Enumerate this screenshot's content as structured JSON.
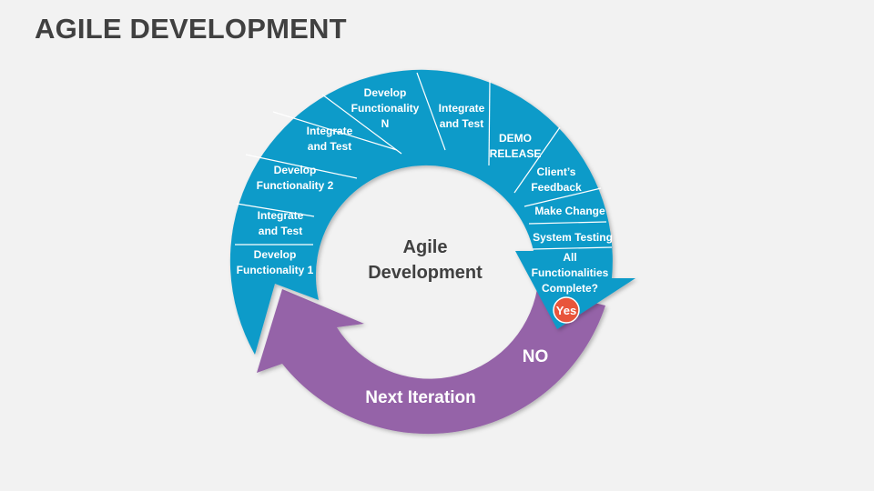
{
  "title": "AGILE DEVELOPMENT",
  "colors": {
    "background": "#f2f2f2",
    "title_text": "#404040",
    "cycle_blue": "#0e9bc9",
    "iteration_purple": "#9563a8",
    "yes_badge": "#e8553b",
    "divider": "#ffffff"
  },
  "center": {
    "line1": "Agile",
    "line2": "Development"
  },
  "segments": [
    {
      "lines": [
        "Develop",
        "Functionality 1"
      ]
    },
    {
      "lines": [
        "Integrate",
        "and Test"
      ]
    },
    {
      "lines": [
        "Develop",
        "Functionality 2"
      ]
    },
    {
      "lines": [
        "Integrate",
        "and Test"
      ]
    },
    {
      "lines": [
        "Develop",
        "Functionality",
        "N"
      ]
    },
    {
      "lines": [
        "Integrate",
        "and Test"
      ]
    },
    {
      "lines": [
        "DEMO",
        "RELEASE"
      ]
    },
    {
      "lines": [
        "Client’s",
        "Feedback"
      ]
    },
    {
      "lines": [
        "Make Change"
      ]
    },
    {
      "lines": [
        "System Testing"
      ]
    },
    {
      "lines": [
        "All",
        "Functionalities",
        "Complete?"
      ]
    }
  ],
  "decision": {
    "yes_label": "Yes",
    "no_label": "NO"
  },
  "loop": {
    "label": "Next Iteration"
  }
}
